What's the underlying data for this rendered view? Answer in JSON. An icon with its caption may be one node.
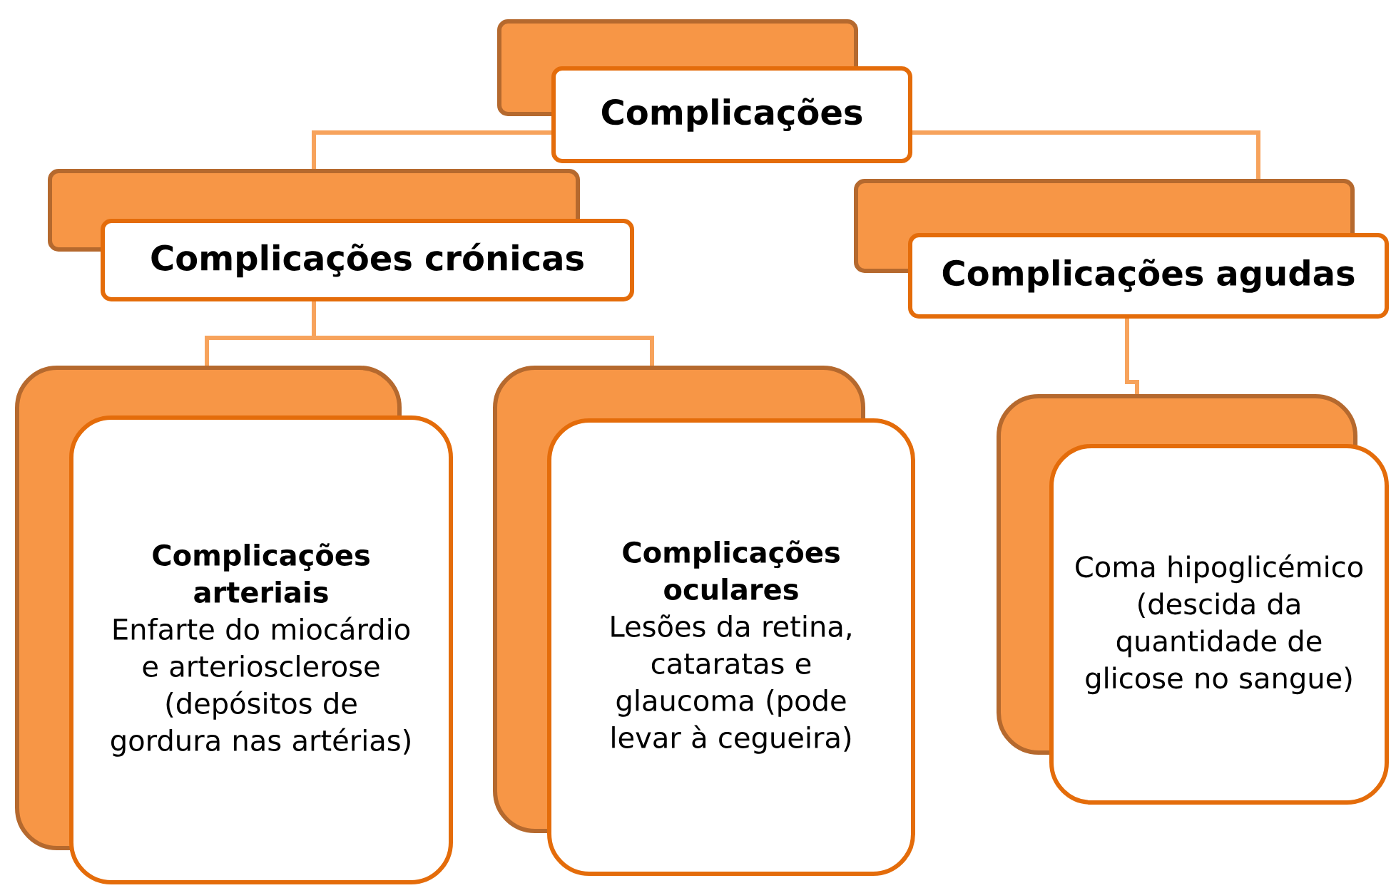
{
  "diagram": {
    "nodes": [
      {
        "text": [
          "Complicações"
        ]
      },
      {
        "text": [
          "Complicações crónicas"
        ]
      },
      {
        "text": [
          "Complicações agudas"
        ]
      },
      {
        "text": [
          "Complicações arteriais",
          "Enfarte do miocárdio e arteriosclerose (depósitos de gordura nas artérias)"
        ]
      },
      {
        "text": [
          "Complicações oculares",
          "Lesões da retina, cataratas e glaucoma (pode levar à cegueira)"
        ]
      },
      {
        "text": [
          "Coma hipoglicémico (descida da quantidade de glicose no sangue)"
        ]
      }
    ],
    "edges": [
      {
        "from": 0,
        "to": 1,
        "arrow": "none"
      },
      {
        "from": 0,
        "to": 2,
        "arrow": "none"
      },
      {
        "from": 1,
        "to": 3,
        "arrow": "none"
      },
      {
        "from": 1,
        "to": 4,
        "arrow": "none"
      },
      {
        "from": 2,
        "to": 5,
        "arrow": "none"
      }
    ]
  }
}
